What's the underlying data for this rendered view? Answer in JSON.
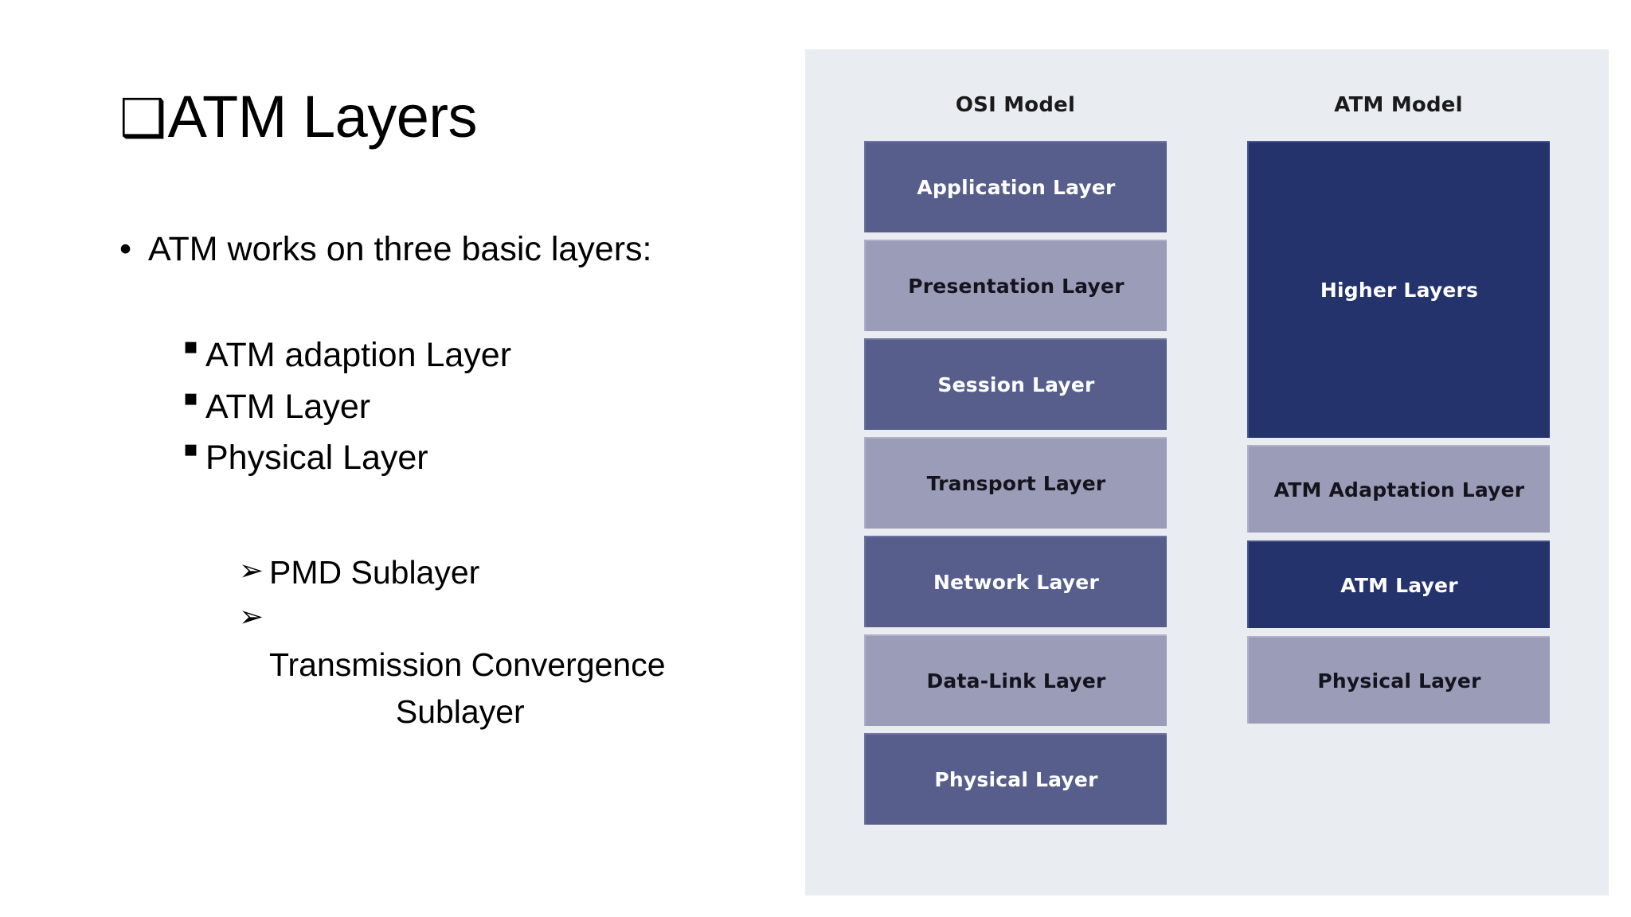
{
  "slide": {
    "title": {
      "bullet": "❑",
      "text": "ATM Layers"
    },
    "lead": {
      "bullet": "•",
      "text": "ATM works on three basic layers:"
    },
    "level2": {
      "bullet": "▪",
      "items": [
        "ATM adaption Layer",
        "ATM Layer",
        "Physical Layer"
      ]
    },
    "level3": {
      "bullet": "➢",
      "items": [
        {
          "line1": "PMD Sublayer",
          "line2": ""
        },
        {
          "line1": "Transmission Convergence",
          "line2": "Sublayer"
        }
      ]
    }
  },
  "diagram": {
    "background_color": "#e9ecf1",
    "columns": [
      {
        "header": "OSI Model",
        "layers": [
          {
            "label": "Application Layer",
            "style": "shade-dark"
          },
          {
            "label": "Presentation Layer",
            "style": "shade-light"
          },
          {
            "label": "Session Layer",
            "style": "shade-dark"
          },
          {
            "label": "Transport Layer",
            "style": "shade-light"
          },
          {
            "label": "Network Layer",
            "style": "shade-dark"
          },
          {
            "label": "Data-Link Layer",
            "style": "shade-light"
          },
          {
            "label": "Physical Layer",
            "style": "shade-dark"
          }
        ]
      },
      {
        "header": "ATM Model",
        "layers": [
          {
            "label": "Higher Layers",
            "style": "shade-navy"
          },
          {
            "label": "ATM Adaptation Layer",
            "style": "shade-light"
          },
          {
            "label": "ATM Layer",
            "style": "shade-navy"
          },
          {
            "label": "Physical Layer",
            "style": "shade-light"
          }
        ]
      }
    ],
    "colors": {
      "slate_blue": "#575e8c",
      "light_periwinkle": "#9b9cb8",
      "navy": "#25336c",
      "panel": "#e9ecf1"
    }
  }
}
